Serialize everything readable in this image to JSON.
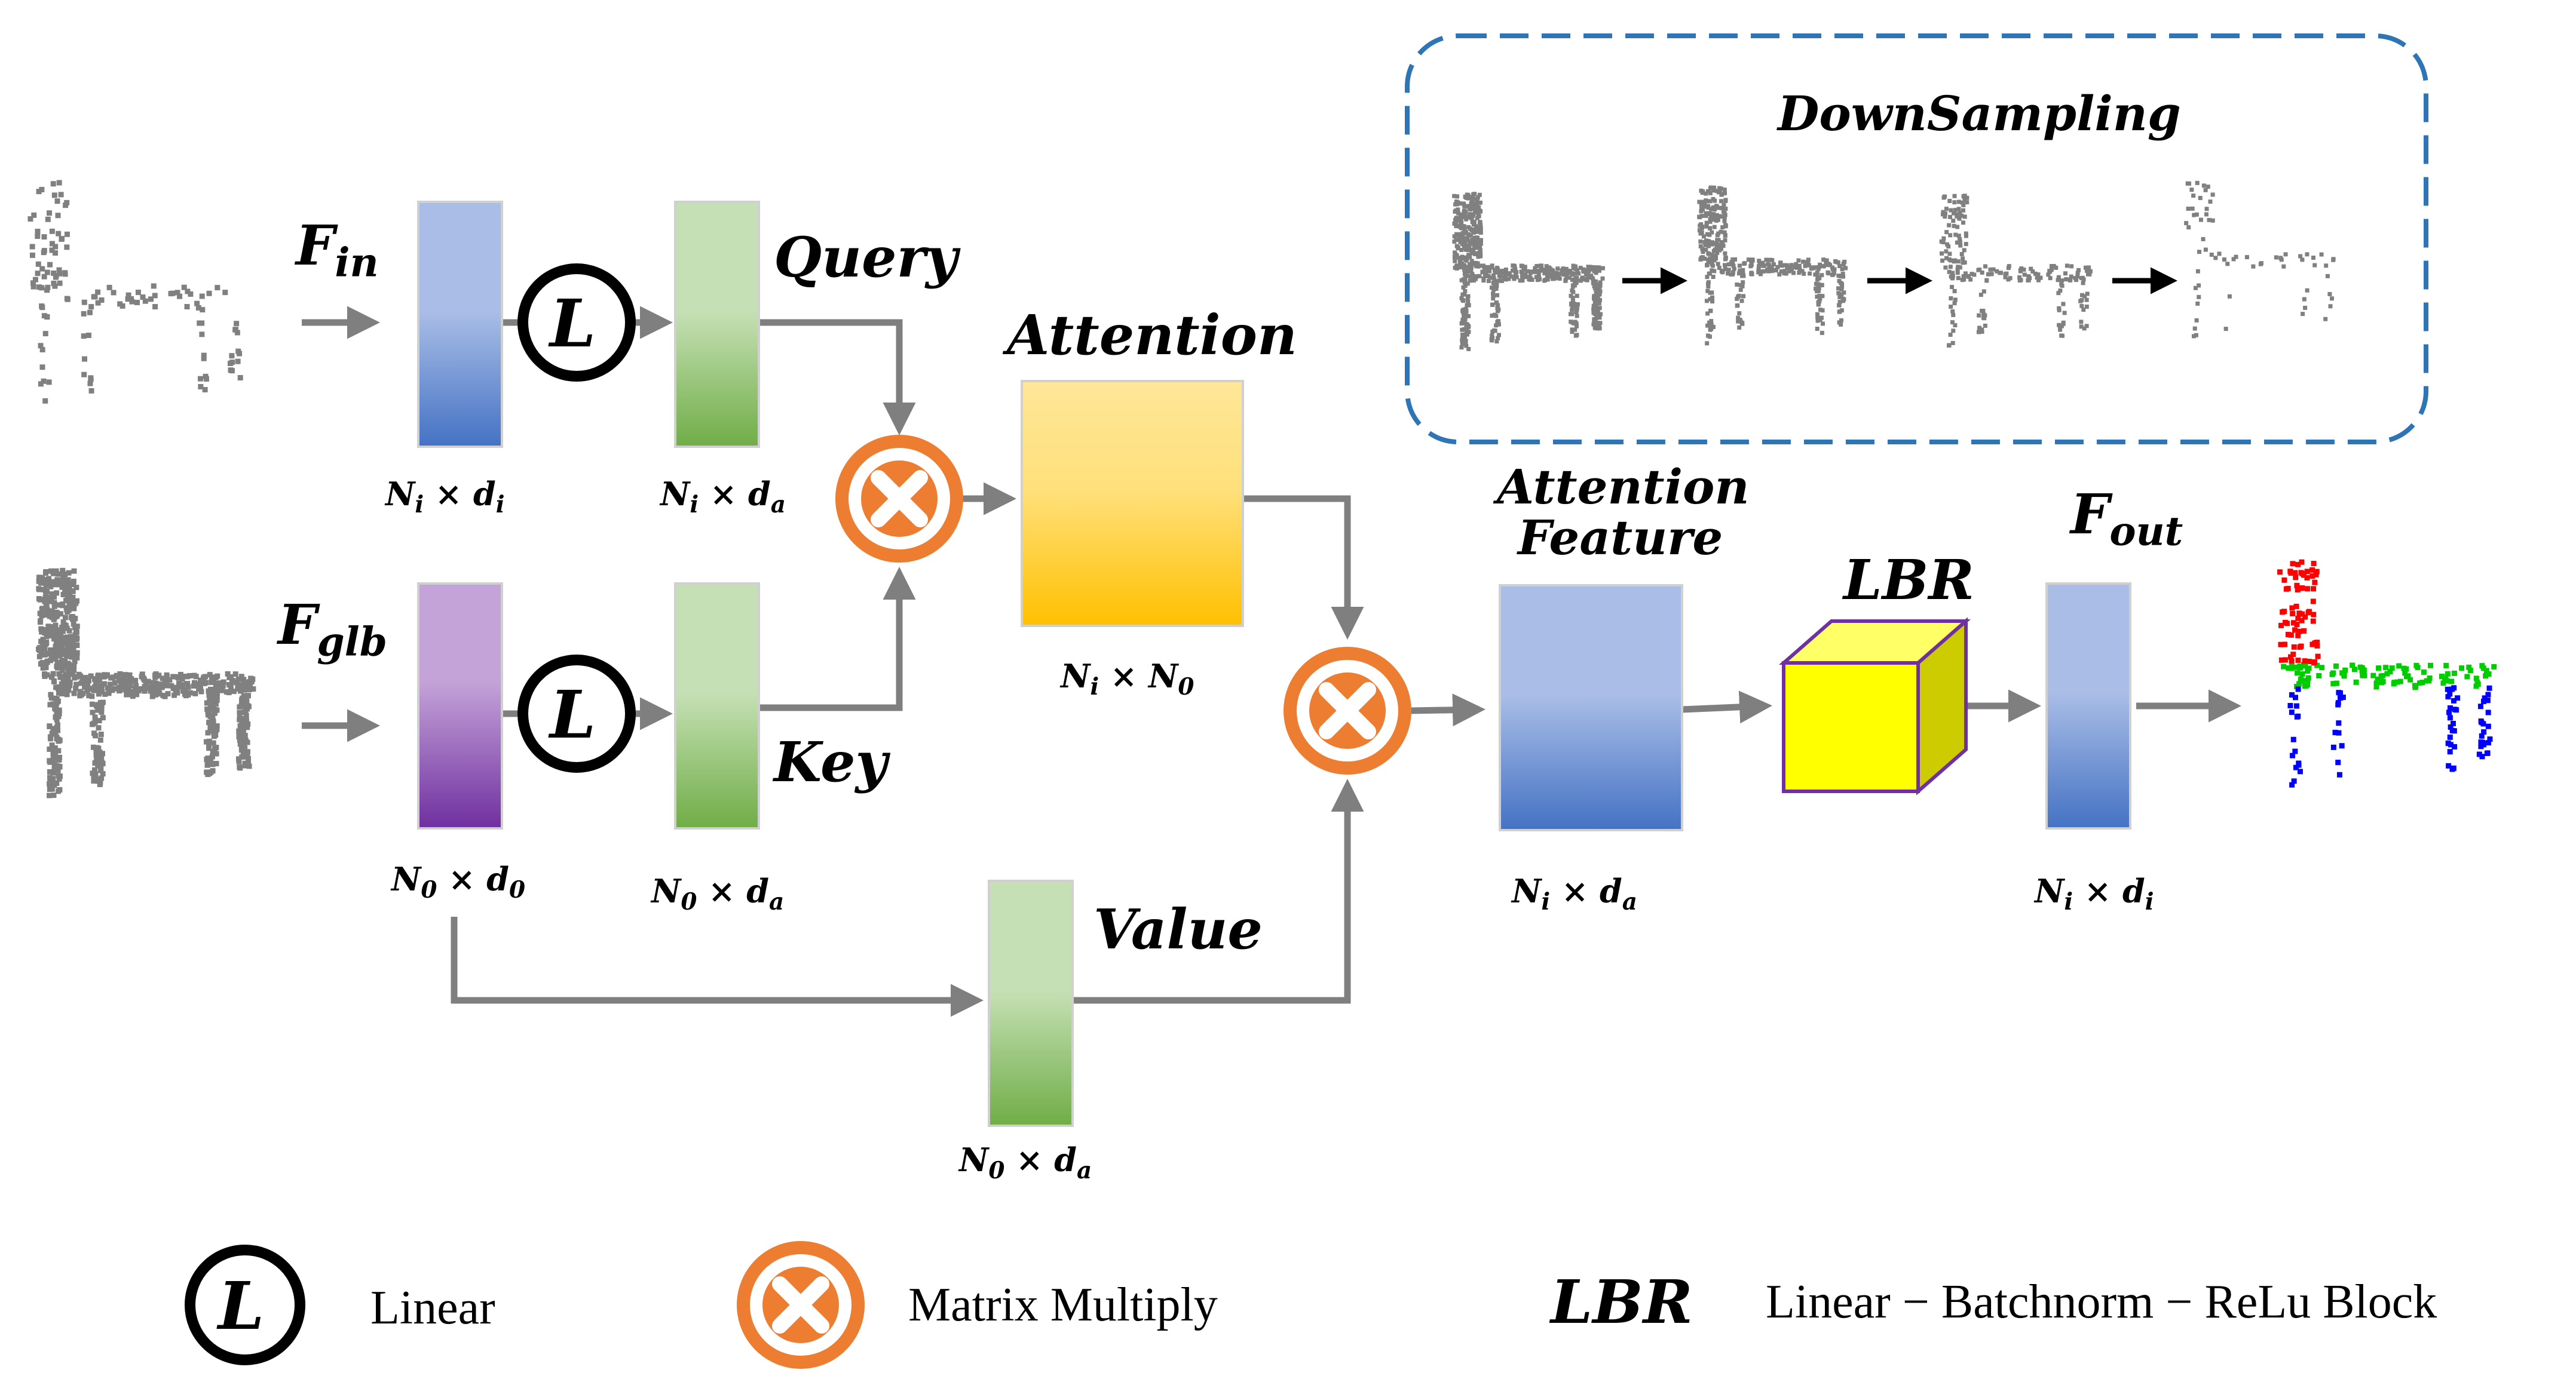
{
  "downsampling": {
    "title": "DownSampling"
  },
  "labels": {
    "f_in": "F",
    "f_in_sub": "in",
    "f_glb": "F",
    "f_glb_sub": "glb",
    "query": "Query",
    "key": "Key",
    "value": "Value",
    "attention": "Attention",
    "attention_feature_1": "Attention",
    "attention_feature_2": "Feature",
    "lbr": "LBR",
    "f_out": "F",
    "f_out_sub": "out",
    "linear_symbol": "L"
  },
  "dims": {
    "fin": "N_i × d_i",
    "query": "N_i × d_a",
    "fglb": "N_0 × d_0",
    "key": "N_0 × d_a",
    "attention": "N_i × N_0",
    "value": "N_0 × d_a",
    "attention_feature": "N_i × d_a",
    "fout": "N_i × d_i"
  },
  "legend": {
    "linear": "Linear",
    "matmul": "Matrix Multiply",
    "lbr_symbol": "LBR",
    "lbr_text": "Linear − Batchnorm − ReLu Block"
  },
  "colors": {
    "arrow": "#7f7f7f",
    "blue_top": "#a9bde6",
    "blue_bottom": "#4472c4",
    "purple_top": "#c4a3d8",
    "purple_bottom": "#7030a0",
    "green_top": "#c5e0b4",
    "green_bottom": "#70ad47",
    "yellow_top": "#ffe699",
    "yellow_bottom": "#ffc000",
    "orange": "#ed7d31",
    "cube": "#ffff00",
    "cube_edge": "#7030a0",
    "dash_blue": "#2e75b6",
    "seg_red": "#ff0000",
    "seg_green": "#00cc00",
    "seg_blue": "#0000ff"
  }
}
